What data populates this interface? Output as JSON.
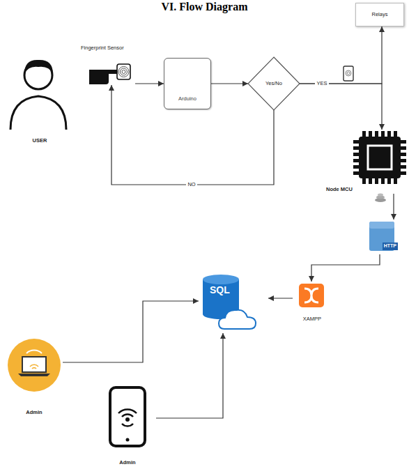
{
  "diagram": {
    "title": "VI. Flow Diagram",
    "nodes": [
      {
        "text": [
          "USER"
        ]
      },
      {
        "text": [
          "Fingerprint Sensor"
        ]
      },
      {
        "text": [
          "Arduino"
        ]
      },
      {
        "text": [
          "Yes/No"
        ]
      },
      {
        "text": [
          "Relays"
        ]
      },
      {
        "text": [
          "Node MCU"
        ]
      },
      {
        "text": [
          "HTTP"
        ]
      },
      {
        "text": [
          "XAMPP"
        ]
      },
      {
        "text": [
          "SQL"
        ]
      },
      {
        "text": [
          "Admin"
        ]
      },
      {
        "text": [
          "Admin"
        ]
      }
    ],
    "edges": [
      {
        "from": 1,
        "to": 2,
        "arrow": "to"
      },
      {
        "from": 2,
        "to": 3,
        "arrow": "to"
      },
      {
        "from": 3,
        "to": 4,
        "arrow": "to",
        "label": "YES"
      },
      {
        "from": 3,
        "to": 5,
        "arrow": "to"
      },
      {
        "from": 3,
        "to": 1,
        "arrow": "to",
        "label": "NO"
      },
      {
        "from": 5,
        "to": 6,
        "arrow": "to"
      },
      {
        "from": 6,
        "to": 7,
        "arrow": "to"
      },
      {
        "from": 7,
        "to": 8,
        "arrow": "to"
      },
      {
        "from": 9,
        "to": 8,
        "arrow": "to"
      },
      {
        "from": 10,
        "to": 8,
        "arrow": "to"
      }
    ]
  }
}
